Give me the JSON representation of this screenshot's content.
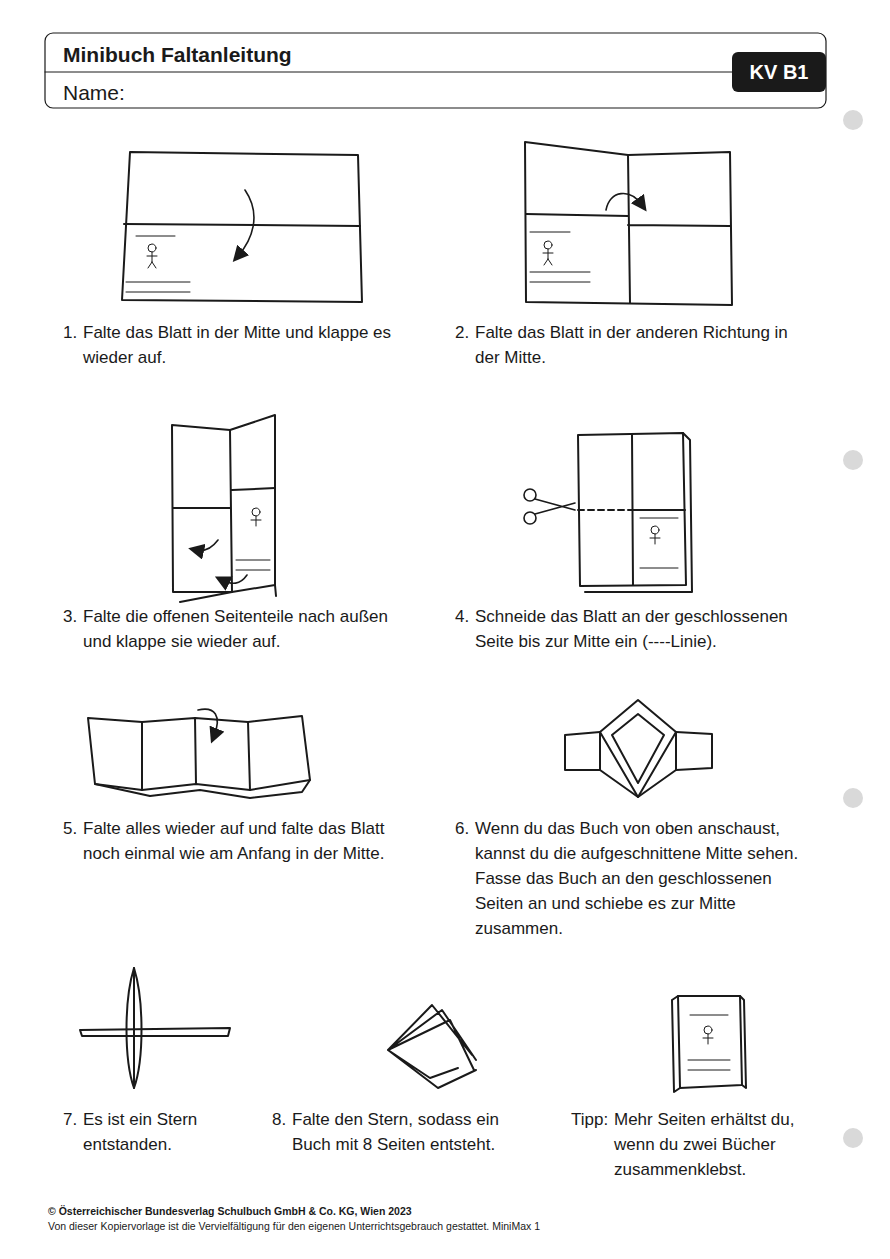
{
  "diagram": {
    "title": "Minibuch Faltanleitung",
    "nodes": [
      {
        "text": [
          "KV B1"
        ]
      }
    ],
    "labels": [
      "Name:",
      "1.",
      "Falte das Blatt in der Mitte und klappe es wieder auf.",
      "2.",
      "Falte das Blatt in der anderen Richtung in der Mitte.",
      "3.",
      "Falte die offenen Seitenteile nach außen und klappe sie wieder auf.",
      "4.",
      "Schneide das Blatt an der geschlossenen Seite bis zur Mitte ein (----Linie).",
      "5.",
      "Falte alles wieder auf und falte das Blatt noch einmal wie am Anfang in der Mitte.",
      "6.",
      "Wenn du das Buch von oben anschaust, kannst du die aufgeschnittene Mitte sehen. Fasse das Buch an den geschlos­senen Seiten an und schiebe es zur Mitte zusammen.",
      "7.",
      "Es ist ein Stern entstanden.",
      "8.",
      "Falte den Stern, sodass ein Buch mit 8 Seiten entsteht.",
      "Tipp:",
      "Mehr Seiten erhältst du, wenn du zwei Bücher zusammenklebst.",
      "© Österreichischer Bundesverlag Schulbuch GmbH & Co. KG, Wien 2023",
      "Von dieser Kopiervorlage ist die Vervielfältigung für den eigenen Unterrichtsgebrauch gestattet. MiniMax 1"
    ]
  }
}
